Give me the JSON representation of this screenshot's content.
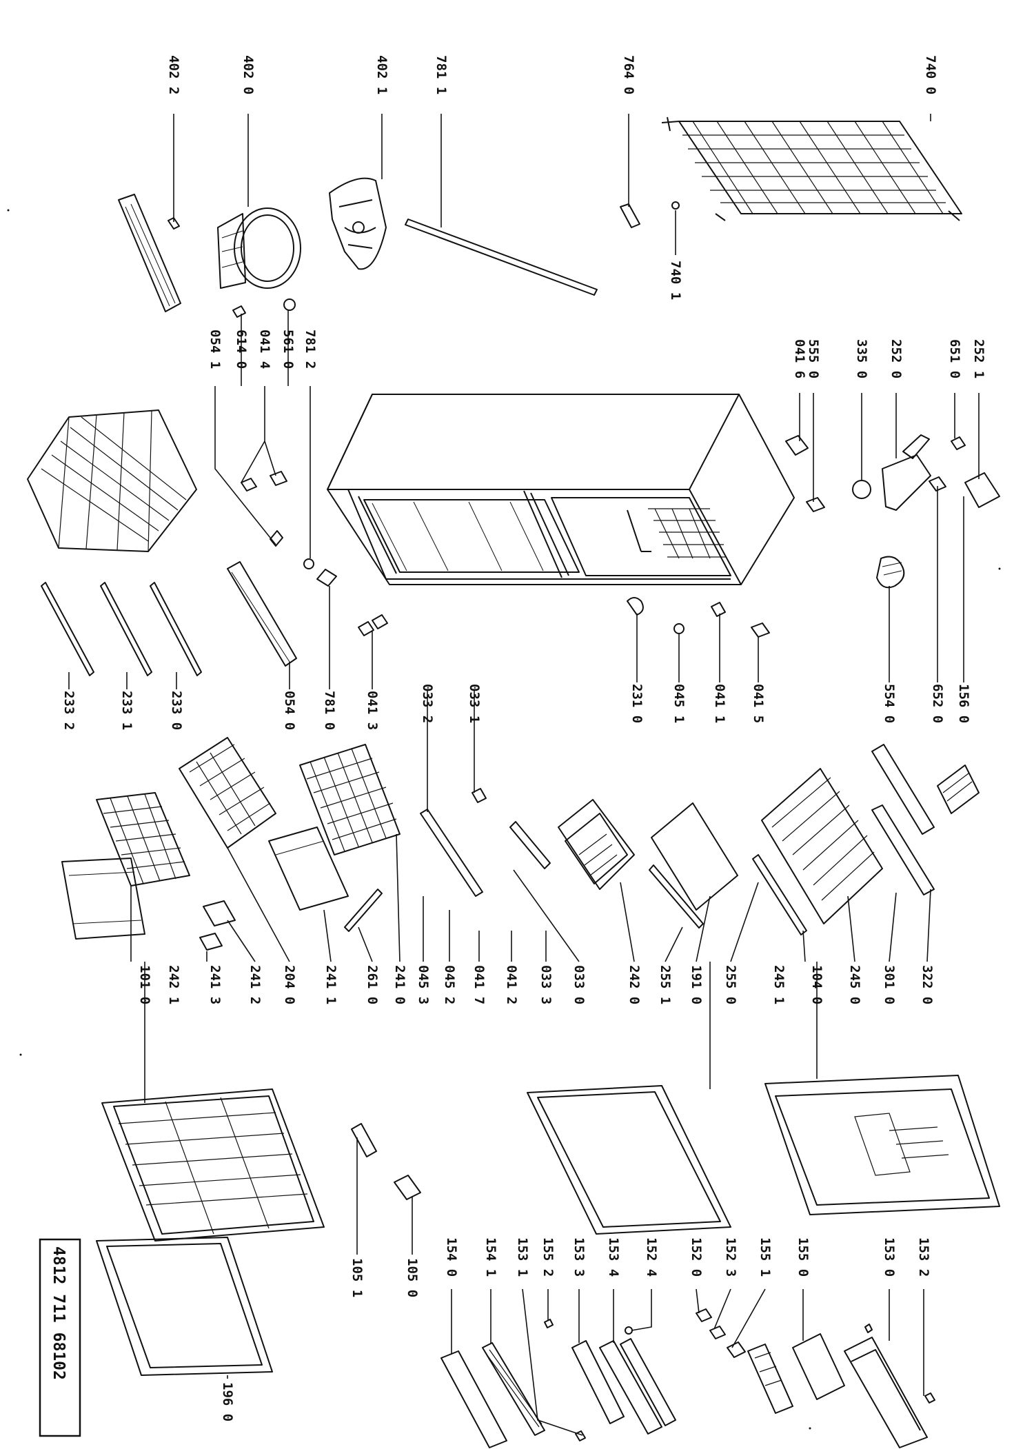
{
  "code_number": "4812 711 68102",
  "labels": {
    "l0": "402 2",
    "l1": "402 0",
    "l2": "402 1",
    "l3": "781 1",
    "l4": "764 0",
    "l5": "740 0",
    "l6": "740 1",
    "l7": "781 2",
    "l8": "561 0",
    "l9": "041 4",
    "l10": "614 0",
    "l11": "054 1",
    "l12": "041 6",
    "l13": "555 0",
    "l14": "335 0",
    "l15": "252 0",
    "l16": "651 0",
    "l17": "252 1",
    "l18": "233 2",
    "l19": "233 1",
    "l20": "233 0",
    "l21": "054 0",
    "l22": "781 0",
    "l23": "041 3",
    "l24": "231 0",
    "l25": "045 1",
    "l26": "041 1",
    "l27": "041 5",
    "l28": "554 0",
    "l29": "652 0",
    "l30": "156 0",
    "l31": "033 2",
    "l32": "033 1",
    "l33": "101 0",
    "l34": "242 1",
    "l35": "241 3",
    "l36": "241 2",
    "l37": "204 0",
    "l38": "241 1",
    "l39": "261 0",
    "l40": "241 0",
    "l41": "045 3",
    "l42": "045 2",
    "l43": "041 7",
    "l44": "041 2",
    "l45": "033 3",
    "l46": "033 0",
    "l47": "242 0",
    "l48": "255 1",
    "l49": "191 0",
    "l50": "255 0",
    "l51": "245 1",
    "l52": "104 0",
    "l53": "245 0",
    "l54": "301 0",
    "l55": "322 0",
    "l56": "105 1",
    "l57": "105 0",
    "l58": "196 0",
    "l59": "154 0",
    "l60": "154 1",
    "l61": "153 1",
    "l62": "155 2",
    "l63": "153 3",
    "l64": "153 4",
    "l65": "152 4",
    "l66": "152 0",
    "l67": "152 3",
    "l68": "155 1",
    "l69": "155 0",
    "l70": "153 0",
    "l71": "153 2"
  }
}
